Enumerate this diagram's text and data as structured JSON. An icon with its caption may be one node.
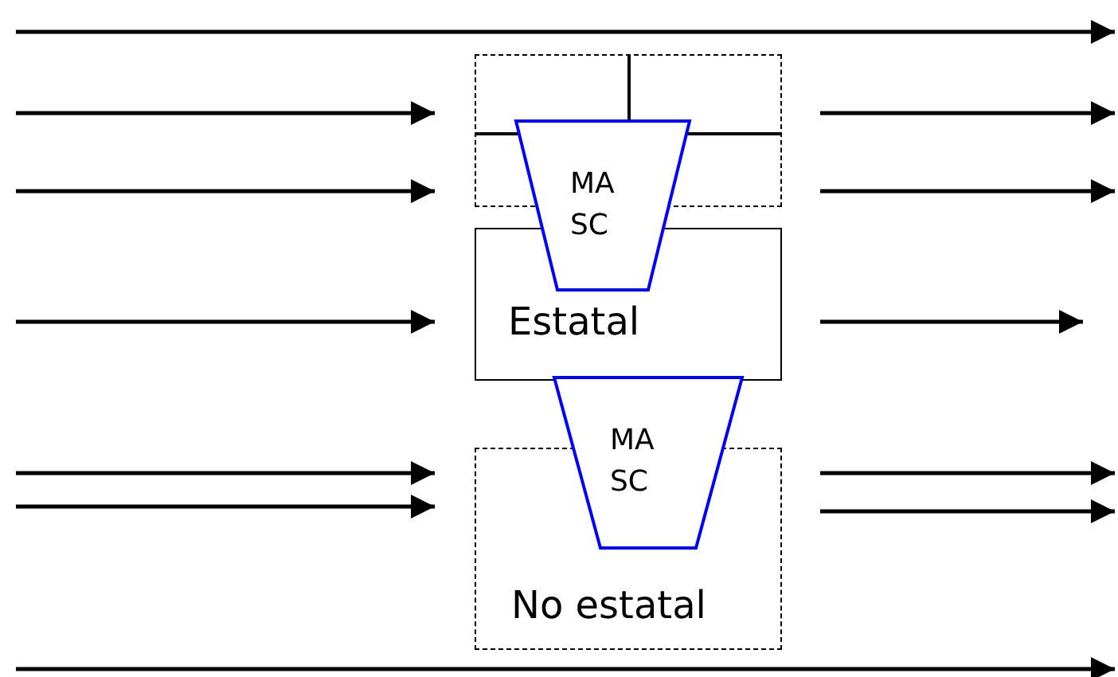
{
  "diagram": {
    "nodes": [
      {
        "text": [],
        "shape": "box"
      },
      {
        "text": [
          "MA SC"
        ]
      },
      {
        "text": [
          "Estatal"
        ]
      },
      {
        "text": [
          "MA SC"
        ]
      },
      {
        "text": [
          "No estatal"
        ]
      }
    ],
    "edges": [
      {
        "from": null,
        "to": 0,
        "arrow": "to"
      },
      {
        "from": null,
        "to": 0,
        "arrow": "to"
      },
      {
        "from": 0,
        "to": null,
        "arrow": "to"
      },
      {
        "from": 0,
        "to": null,
        "arrow": "to"
      },
      {
        "from": null,
        "to": 2,
        "arrow": "to"
      },
      {
        "from": 2,
        "to": null,
        "arrow": "to"
      },
      {
        "from": null,
        "to": 4,
        "arrow": "to"
      },
      {
        "from": null,
        "to": 4,
        "arrow": "to"
      },
      {
        "from": 4,
        "to": null,
        "arrow": "to"
      },
      {
        "from": 4,
        "to": null,
        "arrow": "to"
      },
      {
        "from": 0,
        "to": 1,
        "arrow": "none"
      }
    ]
  }
}
